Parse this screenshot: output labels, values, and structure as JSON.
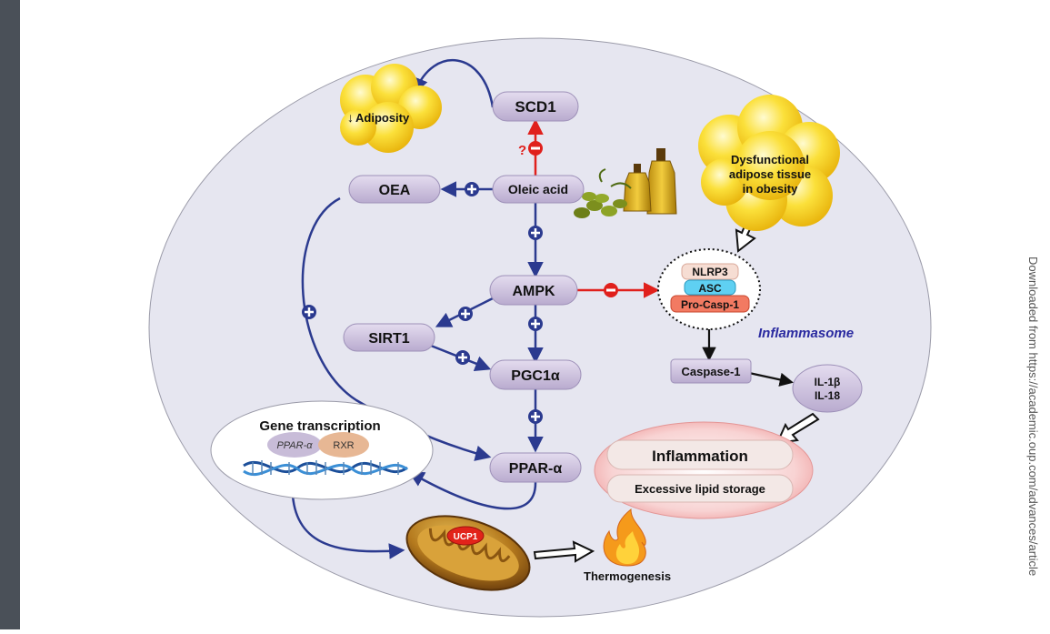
{
  "nodes": {
    "scd1": "SCD1",
    "adiposity": "Adiposity",
    "oea": "OEA",
    "oleic_acid": "Oleic acid",
    "ampk": "AMPK",
    "sirt1": "SIRT1",
    "pgc1a": "PGC1α",
    "ppar_a": "PPAR-α",
    "dysfunctional": [
      "Dysfunctional",
      "adipose tissue",
      "in obesity"
    ],
    "nlrp3": "NLRP3",
    "asc": "ASC",
    "pro_casp1": "Pro-Casp-1",
    "inflammasome": "Inflammasome",
    "caspase1": "Caspase-1",
    "il1b": "IL-1β",
    "il18": "IL-18",
    "inflammation": "Inflammation",
    "excessive_lipid": "Excessive lipid storage",
    "gene_transcription": "Gene transcription",
    "ppar_alpha_small": "PPAR-α",
    "rxr": "RXR",
    "ucp1": "UCP1",
    "thermogenesis": "Thermogenesis",
    "question": "?"
  },
  "watermark": "Downloaded from https://academic.oup.com/advances/article",
  "colors": {
    "background_ellipse": "#e6e6f0",
    "pill": "#cdc3dc",
    "arrow_blue": "#2b3a8f",
    "inhibit_red": "#e0201c",
    "fat_yellow": "#f7d21a",
    "inflammasome_label": "#2a2aa0",
    "ucp1_red": "#e2231a"
  },
  "icons": [
    "fat-droplet-icon",
    "olive-oil-bottles-icon",
    "dna-helix-icon",
    "mitochondrion-icon",
    "flame-icon"
  ]
}
